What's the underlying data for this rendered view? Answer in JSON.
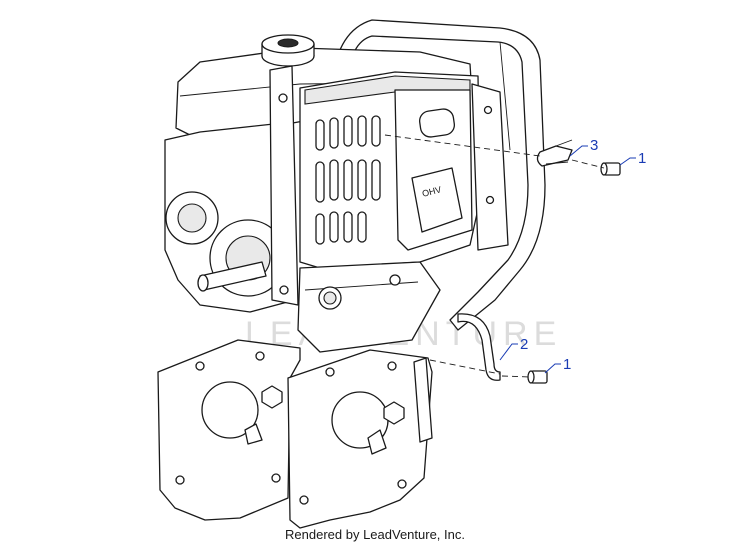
{
  "diagram": {
    "callouts": [
      {
        "id": "callout-1-upper",
        "label": "1"
      },
      {
        "id": "callout-3",
        "label": "3"
      },
      {
        "id": "callout-2",
        "label": "2"
      },
      {
        "id": "callout-1-lower",
        "label": "1"
      }
    ],
    "watermark": "LEADVENTURE",
    "engine_badge": "OHV",
    "accent_color": "#1a3cb4"
  },
  "footer": {
    "credit": "Rendered by LeadVenture, Inc."
  }
}
